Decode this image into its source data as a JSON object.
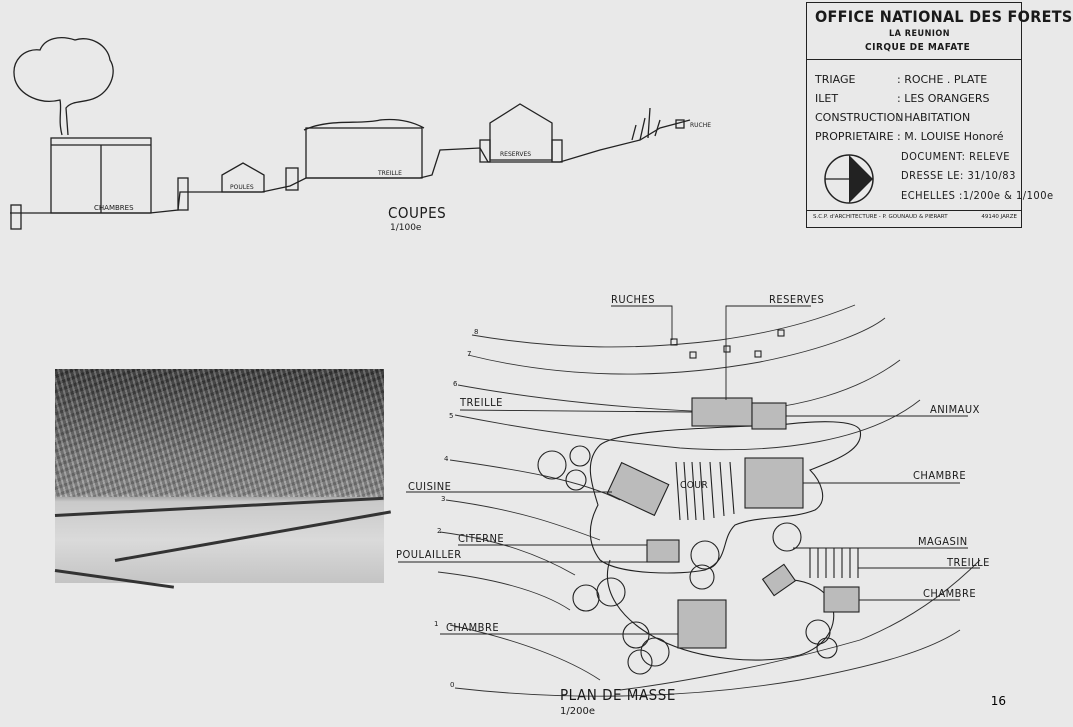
{
  "title_block": {
    "org": "OFFICE NATIONAL DES FORETS",
    "region": "LA REUNION",
    "cirque": "CIRQUE  DE MAFATE",
    "rows": [
      {
        "key": "TRIAGE",
        "value": ": ROCHE . PLATE"
      },
      {
        "key": "ILET",
        "value": ": LES ORANGERS"
      },
      {
        "key": "CONSTRUCTION",
        "value": ": HABITATION"
      },
      {
        "key": "PROPRIETAIRE",
        "value": ": M. LOUISE  Honoré"
      }
    ],
    "document": "DOCUMENT: RELEVE",
    "dresse": "DRESSE  LE: 31/10/83",
    "echelles": "ECHELLES  :1/200e & 1/100e",
    "footer_left": "S.C.P. d'ARCHITECTURE - P. GOUNAUD & PIERART",
    "footer_right": "49140 JARZE"
  },
  "coupes": {
    "title": "COUPES",
    "scale": "1/100e",
    "labels": {
      "chambres": "CHAMBRES",
      "poules": "POULES",
      "treille": "TREILLE",
      "reserves": "RESERVES",
      "ruche": "RUCHE"
    }
  },
  "plan": {
    "title": "PLAN DE MASSE",
    "scale": "1/200e",
    "court": "COUR",
    "labels": {
      "ruches": "RUCHES",
      "reserves": "RESERVES",
      "treille_left": "TREILLE",
      "animaux": "ANIMAUX",
      "cuisine": "CUISINE",
      "chambre_right": "CHAMBRE",
      "citerne": "CITERNE",
      "magasin": "MAGASIN",
      "poulailler": "POULAILLER",
      "treille_right": "TREILLE",
      "chambre_right2": "CHAMBRE",
      "chambre_left": "CHAMBRE"
    },
    "contours": [
      "8",
      "7",
      "6",
      "5",
      "4",
      "3",
      "2",
      "1",
      "0"
    ]
  },
  "page_number": "16"
}
